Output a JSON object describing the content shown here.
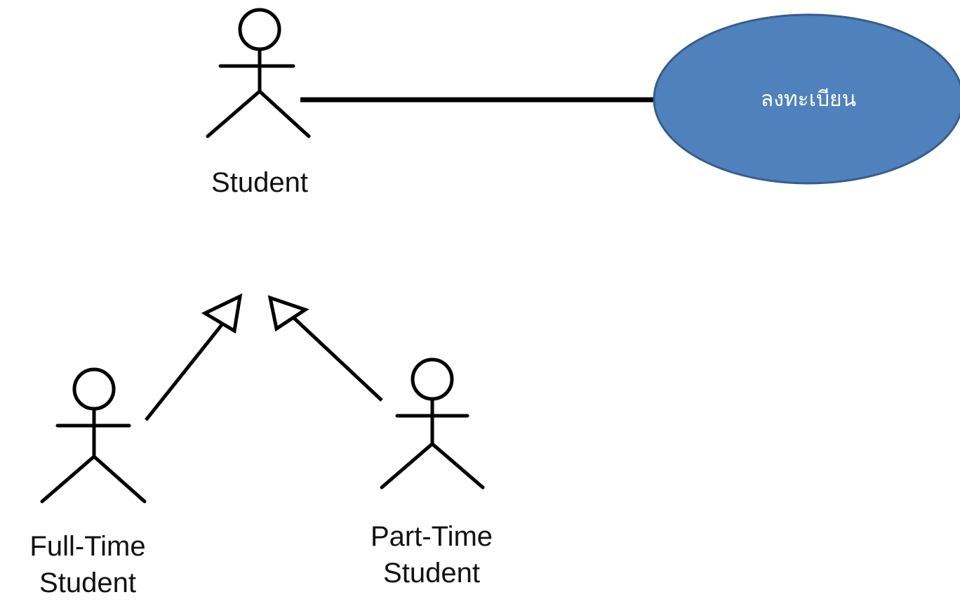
{
  "actors": {
    "student": {
      "label": "Student"
    },
    "full_time": {
      "label": "Full-Time\nStudent"
    },
    "part_time": {
      "label": "Part-Time\nStudent"
    }
  },
  "use_case": {
    "label": "ลงทะเบียน",
    "fill": "#4f81bd",
    "stroke": "#385d8a"
  }
}
